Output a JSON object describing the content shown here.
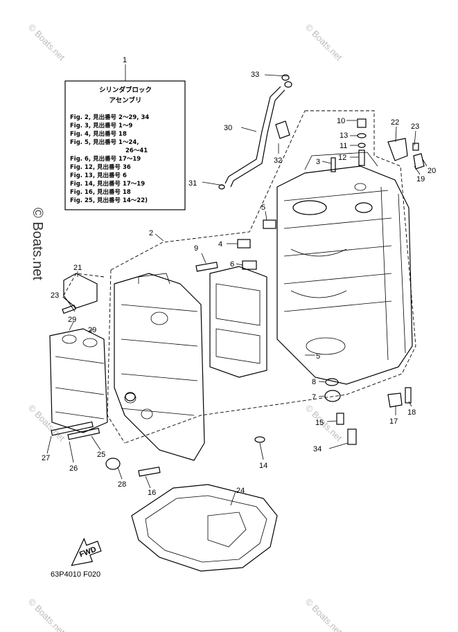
{
  "watermark": "© Boats.net",
  "legend": {
    "title_line1": "シリンダブロック",
    "title_line2": "アセンブリ",
    "lines": [
      "Fig. 2, 見出番号 2～29, 34",
      "Fig. 3, 見出番号 1～9",
      "Fig. 4, 見出番号 18",
      "Fig. 5, 見出番号 1～24,",
      "26～41",
      "Fig. 6, 見出番号 17～19",
      "Fig. 12, 見出番号 36",
      "Fig. 13, 見出番号 6",
      "Fig. 14, 見出番号 17～19",
      "Fig. 16, 見出番号 18",
      "Fig. 25, 見出番号 14～22)"
    ]
  },
  "fwd_label": "FWD",
  "figure_code": "63P4010 F020",
  "callouts": [
    {
      "label": "1"
    },
    {
      "label": "2"
    },
    {
      "label": "3"
    },
    {
      "label": "4"
    },
    {
      "label": "5"
    },
    {
      "label": "5"
    },
    {
      "label": "6"
    },
    {
      "label": "7"
    },
    {
      "label": "8"
    },
    {
      "label": "9"
    },
    {
      "label": "10"
    },
    {
      "label": "11"
    },
    {
      "label": "12"
    },
    {
      "label": "13"
    },
    {
      "label": "14"
    },
    {
      "label": "15"
    },
    {
      "label": "16"
    },
    {
      "label": "17"
    },
    {
      "label": "18"
    },
    {
      "label": "19"
    },
    {
      "label": "20"
    },
    {
      "label": "21"
    },
    {
      "label": "22"
    },
    {
      "label": "23"
    },
    {
      "label": "23"
    },
    {
      "label": "24"
    },
    {
      "label": "25"
    },
    {
      "label": "26"
    },
    {
      "label": "27"
    },
    {
      "label": "28"
    },
    {
      "label": "29"
    },
    {
      "label": "29"
    },
    {
      "label": "30"
    },
    {
      "label": "31"
    },
    {
      "label": "32"
    },
    {
      "label": "33"
    },
    {
      "label": "34"
    }
  ]
}
